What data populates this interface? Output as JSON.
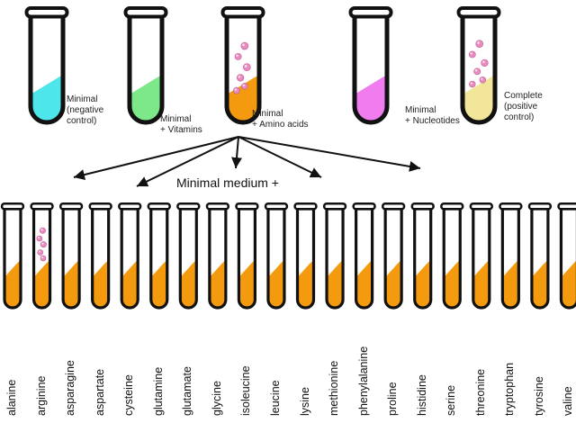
{
  "colors": {
    "outline": "#111111",
    "minimal": "#4de6ea",
    "vitamins": "#7ce88a",
    "amino_acids": "#f39a0f",
    "nucleotides": "#f07cf0",
    "complete": "#f1e69a",
    "colony": "#e98ac0"
  },
  "top_tubes": [
    {
      "label_lines": [
        "Minimal",
        "(negative",
        "control)"
      ],
      "fill_key": "minimal",
      "colonies": false
    },
    {
      "label_lines": [
        "Minimal",
        "+ Vitamins"
      ],
      "fill_key": "vitamins",
      "colonies": false
    },
    {
      "label_lines": [
        "Minimal",
        "+ Amino acids"
      ],
      "fill_key": "amino_acids",
      "colonies": true
    },
    {
      "label_lines": [
        "Minimal",
        "+ Nucleotides"
      ],
      "fill_key": "nucleotides",
      "colonies": false
    },
    {
      "label_lines": [
        "Complete",
        "(positive",
        "control)"
      ],
      "fill_key": "complete",
      "colonies": true
    }
  ],
  "center_label": "Minimal medium +",
  "amino_tubes": [
    "alanine",
    "arginine",
    "asparagine",
    "aspartate",
    "cysteine",
    "glutamine",
    "glutamate",
    "glycine",
    "isoleucine",
    "leucine",
    "lysine",
    "methionine",
    "phenylalanine",
    "proline",
    "histidine",
    "serine",
    "threonine",
    "tryptophan",
    "tyrosine",
    "valine"
  ],
  "growth_in": "arginine"
}
